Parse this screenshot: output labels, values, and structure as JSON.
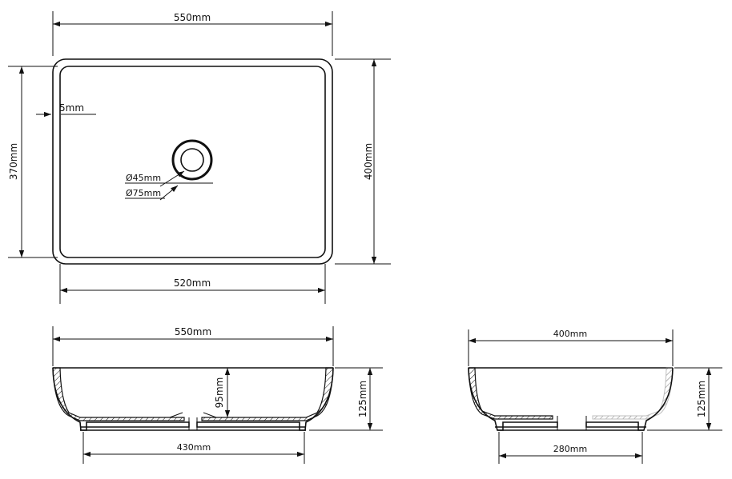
{
  "top_view": {
    "overall_width": "550mm",
    "inner_width": "520mm",
    "overall_depth": "400mm",
    "inner_depth": "370mm",
    "rim_thickness": "5mm",
    "drain_inner": "Ø45mm",
    "drain_outer": "Ø75mm"
  },
  "front_view": {
    "overall_width": "550mm",
    "base_width": "430mm",
    "inner_depth": "95mm",
    "overall_height": "125mm"
  },
  "side_view": {
    "overall_width": "400mm",
    "base_width": "280mm",
    "overall_height": "125mm"
  }
}
